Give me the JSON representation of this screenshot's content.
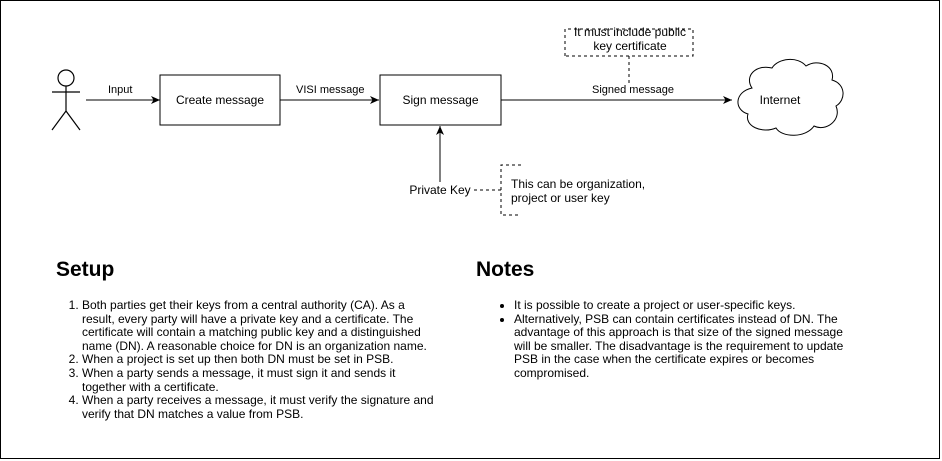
{
  "diagram": {
    "nodes": {
      "create": "Create message",
      "sign": "Sign message",
      "internet": "Internet",
      "private_key": "Private Key"
    },
    "edges": {
      "input": "Input",
      "visi": "VISI message",
      "signed": "Signed message"
    },
    "notes": {
      "certificate": "It must include public key certificate",
      "key_types": "This can be organization, project or user key"
    }
  },
  "setup": {
    "title": "Setup",
    "items": [
      "Both parties get their keys from a central authority (CA). As a result, every party will have a private key and a certificate. The certificate will contain a matching public key and a distinguished name (DN). A reasonable choice for DN is an organization name.",
      "When a project is set up then both DN must be set in PSB.",
      "When a party sends a message, it must sign it and sends it together with a certificate.",
      "When a party receives a message, it must verify the signature and verify that DN matches a value from PSB."
    ]
  },
  "notes": {
    "title": "Notes",
    "items": [
      "It is possible to create a project or user-specific keys.",
      "Alternatively, PSB can contain certificates instead of DN. The advantage of this approach is that size of the signed message will be smaller. The disadvantage is the requirement to update PSB in the case when the certificate expires or becomes compromised."
    ]
  }
}
